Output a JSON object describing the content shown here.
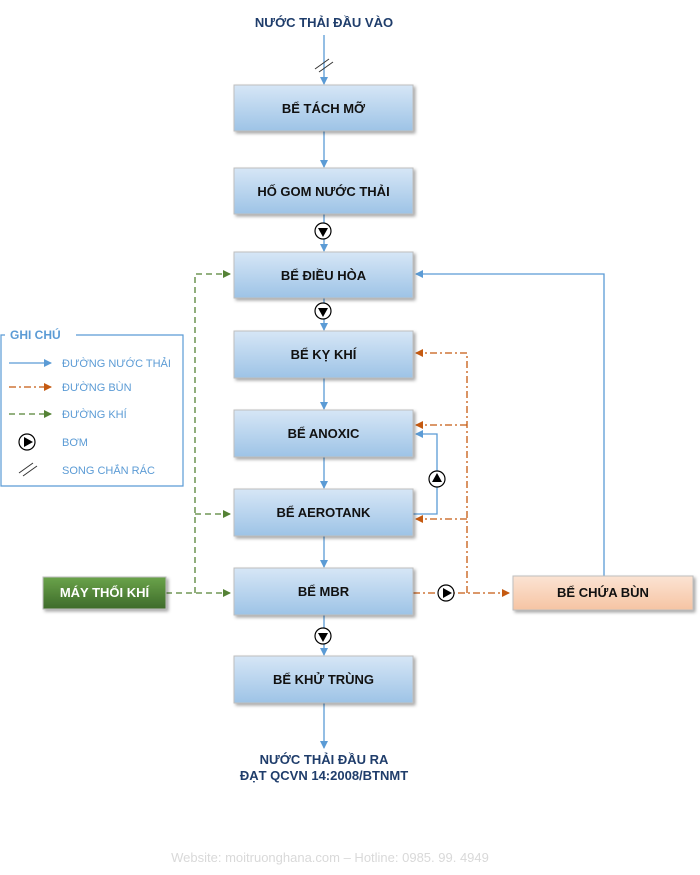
{
  "title_in": "NƯỚC THẢI ĐẦU VÀO",
  "title_out": [
    "NƯỚC THẢI ĐẦU RA",
    "ĐẠT QCVN 14:2008/BTNMT"
  ],
  "boxes": {
    "tach_mo": "BỂ TÁCH MỠ",
    "ho_gom": "HỐ GOM NƯỚC THẢI",
    "dieu_hoa": "BỂ ĐIỀU HÒA",
    "ky_khi": "BỂ KỴ KHÍ",
    "anoxic": "BỂ ANOXIC",
    "aerotank": "BỂ AEROTANK",
    "mbr": "BỂ MBR",
    "khu_trung": "BỂ KHỬ TRÙNG",
    "chua_bun": "BỂ CHỨA BÙN",
    "may_thoi_khi": "MÁY THỔI KHÍ"
  },
  "legend": {
    "title": "GHI CHÚ",
    "items": [
      "ĐƯỜNG NƯỚC THẢI",
      "ĐƯỜNG BÙN",
      "ĐƯỜNG KHÍ",
      "BƠM",
      "SONG CHẮN RÁC"
    ]
  },
  "footer": "Website: moitruonghana.com – Hotline: 0985. 99. 4949",
  "colors": {
    "water_line": "#5b9bd5",
    "sludge_line": "#c55a11",
    "air_line": "#548235",
    "box_fill": "#9dc3e6",
    "sludge_box_fill": "#f8cbad",
    "blower_fill": "#548235"
  }
}
